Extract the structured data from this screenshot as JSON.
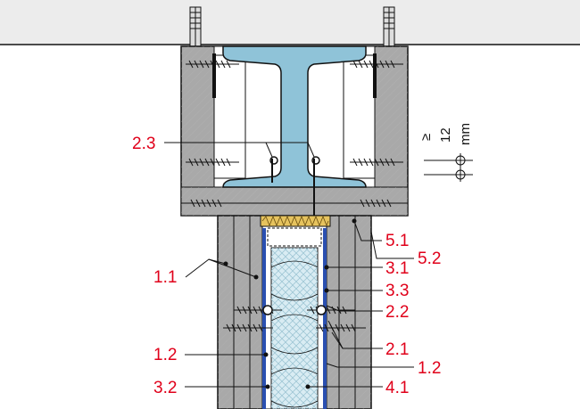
{
  "drawing": {
    "colors": {
      "label_red": "#e0001a",
      "ceiling": "#ececec",
      "board": "#a9a9a9",
      "board_dark": "#8e8e8e",
      "steel": "#8fc3d8",
      "insulation": "#d9ecf3",
      "intumescent": "#e6c35e"
    },
    "labels": {
      "l23": "2.3",
      "l11": "1.1",
      "l12_left": "1.2",
      "l32": "3.2",
      "l51": "5.1",
      "l52": "5.2",
      "l31": "3.1",
      "l33": "3.3",
      "l22": "2.2",
      "l21": "2.1",
      "l12_right": "1.2",
      "l41": "4.1"
    },
    "dimension": {
      "symbol": "≥",
      "value": "12",
      "unit": "mm"
    }
  }
}
